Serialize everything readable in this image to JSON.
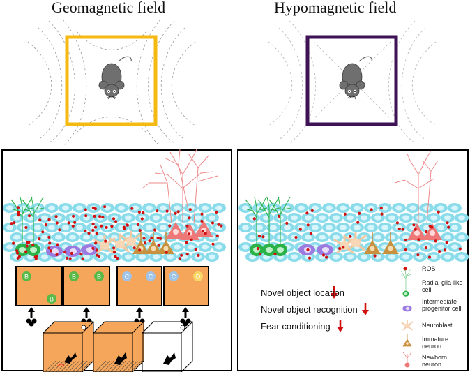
{
  "titles": {
    "left": "Geomagnetic field",
    "right": "Hypomagnetic field"
  },
  "colors": {
    "geomagnetic_frame": "#F5BA12",
    "hypomagnetic_frame": "#3E1255",
    "radial_glia": "#2BB34A",
    "intermediate_progenitor": "#9C7BE0",
    "neuroblast": "#F2C9A0",
    "immature_neuron": "#C8913E",
    "newborn_neuron": "#EE7777",
    "ros": "#D11010",
    "arena": "#F5A65A",
    "niche_cells": "#7FD8E8"
  },
  "arenas": [
    {
      "objects": [
        "B",
        "B"
      ]
    },
    {
      "objects": [
        "B",
        "B"
      ]
    },
    {
      "objects": [
        "C",
        "C"
      ]
    },
    {
      "objects": [
        "C",
        "D"
      ]
    }
  ],
  "results": [
    {
      "label": "Novel object location",
      "trend": "down-arrow"
    },
    {
      "label": "Novel object recognition",
      "trend": "down-arrow"
    },
    {
      "label": "Fear conditioning",
      "trend": "down-arrow"
    }
  ],
  "legend": [
    {
      "icon": "ros-dot-icon",
      "label": "ROS"
    },
    {
      "icon": "radial-glia-icon",
      "label": "Radial glia-like cell"
    },
    {
      "icon": "intermediate-progenitor-icon",
      "label": "Intermediate progenitor cell"
    },
    {
      "icon": "neuroblast-icon",
      "label": "Neuroblast"
    },
    {
      "icon": "immature-neuron-icon",
      "label": "Immature neuron"
    },
    {
      "icon": "newborn-neuron-icon",
      "label": "Newborn neuron"
    }
  ]
}
